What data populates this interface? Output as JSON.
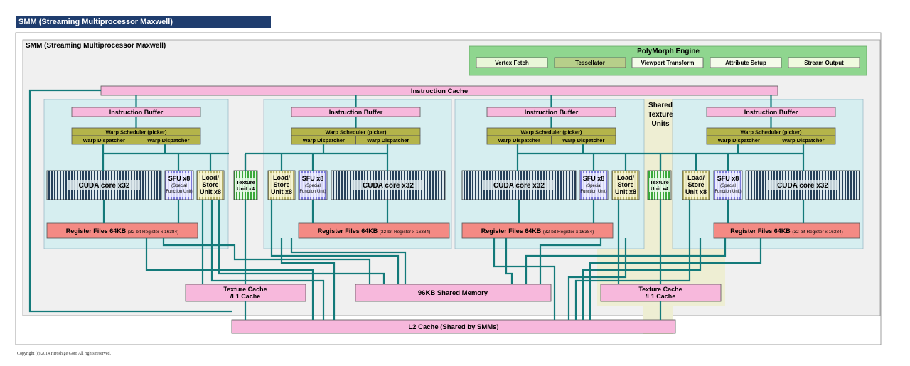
{
  "header": {
    "title": "SMM (Streaming Multiprocessor Maxwell)"
  },
  "diagram": {
    "smm_label": "SMM (Streaming Multiprocessor Maxwell)",
    "polymorph": {
      "title": "PolyMorph Engine",
      "units": [
        "Vertex Fetch",
        "Tessellator",
        "Viewport Transform",
        "Attribute Setup",
        "Stream Output"
      ]
    },
    "instruction_cache": "Instruction Cache",
    "instruction_buffer": "Instruction Buffer",
    "warp_scheduler": "Warp Scheduler (picker)",
    "warp_dispatcher": "Warp Dispatcher",
    "cuda_core": "CUDA core x32",
    "sfu": {
      "line1": "SFU x8",
      "line2": "(Special",
      "line3": "Function Unit)"
    },
    "load_store": {
      "line1": "Load/",
      "line2": "Store",
      "line3": "Unit x8"
    },
    "texture_unit": {
      "line1": "Texture",
      "line2": "Unit x4"
    },
    "register_files": {
      "main": "Register Files 64KB",
      "sub": "(32-bit Register x 16384)"
    },
    "shared_texture_units": {
      "line1": "Shared",
      "line2": "Texture",
      "line3": "Units"
    },
    "texture_cache": {
      "line1": "Texture Cache",
      "line2": "/L1 Cache"
    },
    "shared_memory": "96KB Shared Memory",
    "l2_cache": "L2 Cache (Shared by SMMs)"
  },
  "colors": {
    "outer_box": "#f0f0f0",
    "quadrant": "#d6eef0",
    "instruction_pink": "#f7b8dc",
    "warp_olive": "#b4b44a",
    "register_red": "#f48a84",
    "polymorph_green": "#8fd68f",
    "connector_teal": "#137a7a",
    "shared_texture_bg": "#eeeed3",
    "title_navy": "#1f3d6e"
  },
  "footer": {
    "copyright": "Copyright (c) 2014 Hiroshige Goto All rights reserved."
  }
}
